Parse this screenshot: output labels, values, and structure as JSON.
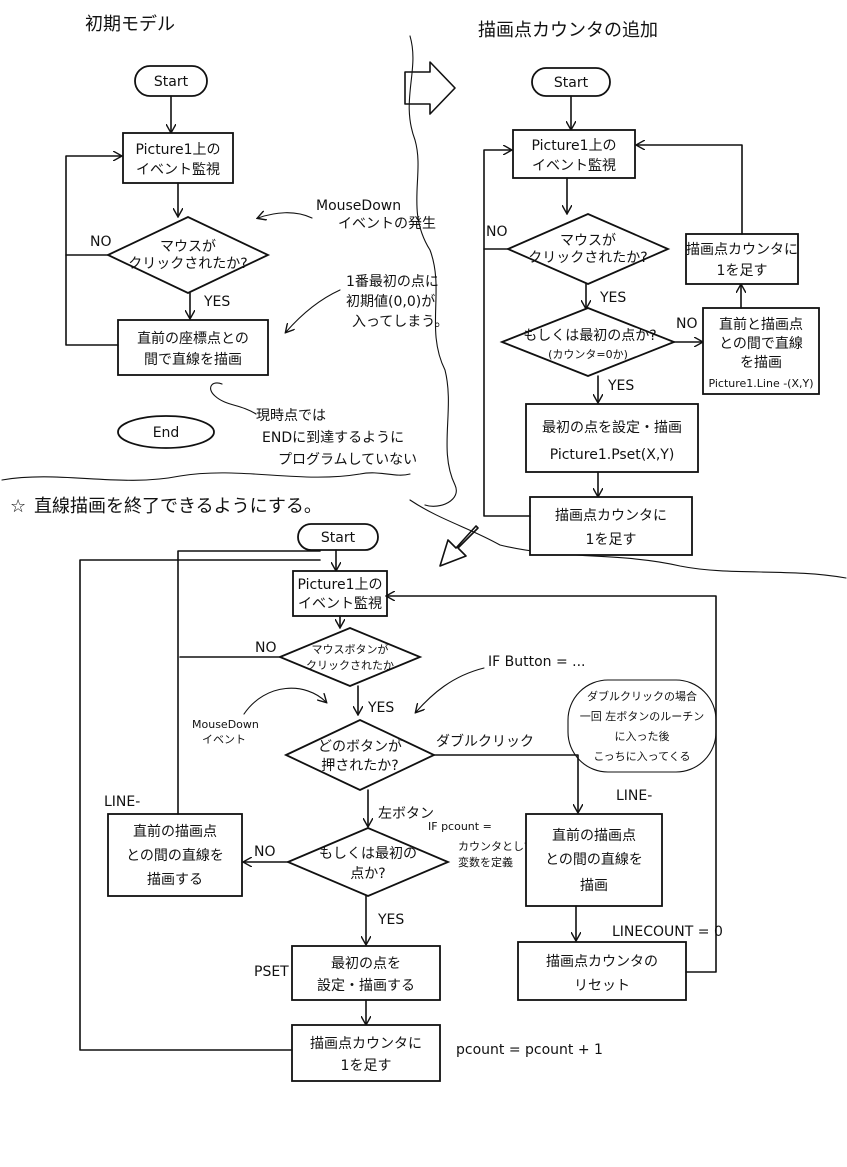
{
  "panel_initial": {
    "title": "初期モデル",
    "start": "Start",
    "watch": [
      "Picture1上の",
      "イベント監視"
    ],
    "decision": [
      "マウスが",
      "クリックされたか?"
    ],
    "no": "NO",
    "yes": "YES",
    "draw": [
      "直前の座標点との",
      "間で直線を描画"
    ],
    "end": "End",
    "note_mousedown": [
      "MouseDown",
      "イベントの発生"
    ],
    "note_first": [
      "1番最初の点に",
      "初期値(0,0)が",
      "入ってしまう。"
    ],
    "note_end": [
      "現時点では",
      "ENDに到達するように",
      "プログラムしていない"
    ]
  },
  "panel_counter": {
    "title": "描画点カウンタの追加",
    "start": "Start",
    "watch": [
      "Picture1上の",
      "イベント監視"
    ],
    "decision": [
      "マウスが",
      "クリックされたか?"
    ],
    "no": "NO",
    "yes": "YES",
    "decision2": [
      "もしくは最初の点か?",
      "(カウンタ=0か)"
    ],
    "no2": "NO",
    "yes2": "YES",
    "first": [
      "最初の点を設定・描画",
      "Picture1.Pset(X,Y)"
    ],
    "counter": [
      "描画点カウンタに",
      "1を足す"
    ],
    "line": [
      "直前と描画点",
      "との間で直線",
      "を描画",
      "Picture1.Line -(X,Y)"
    ],
    "counter_side": [
      "描画点カウンタに",
      "1を足す"
    ]
  },
  "panel_final": {
    "title": "直線描画を終了できるようにする。",
    "star": "☆",
    "start": "Start",
    "watch": [
      "Picture1上の",
      "イベント監視"
    ],
    "decision": [
      "マウスボタンが",
      "クリックされたか"
    ],
    "no": "NO",
    "yes": "YES",
    "note_if": "IF Button = ...",
    "note_mousedown": [
      "MouseDown",
      "イベント"
    ],
    "which": [
      "どのボタンが",
      "押されたか?"
    ],
    "double": "ダブルクリック",
    "note_double": [
      "ダブルクリックの場合",
      "一回 左ボタンのルーチン",
      "に入った後",
      "こっちに入ってくる"
    ],
    "left": "左ボタン",
    "note_pcount": [
      "IF pcount =",
      "カウンタとして",
      "変数を定義"
    ],
    "first_q": [
      "もしくは最初の",
      "点か?"
    ],
    "no2": "NO",
    "yes2": "YES",
    "line_label_left": "LINE-",
    "line_left": [
      "直前の描画点",
      "との間の直線を",
      "描画する"
    ],
    "line_label_right": "LINE-",
    "line_right": [
      "直前の描画点",
      "との間の直線を",
      "描画"
    ],
    "pset_label": "PSET",
    "first": [
      "最初の点を",
      "設定・描画する"
    ],
    "counter": [
      "描画点カウンタに",
      "1を足す"
    ],
    "pcount": "pcount = pcount + 1",
    "linecount": "LINECOUNT = 0",
    "reset": [
      "描画点カウンタの",
      "リセット"
    ]
  }
}
